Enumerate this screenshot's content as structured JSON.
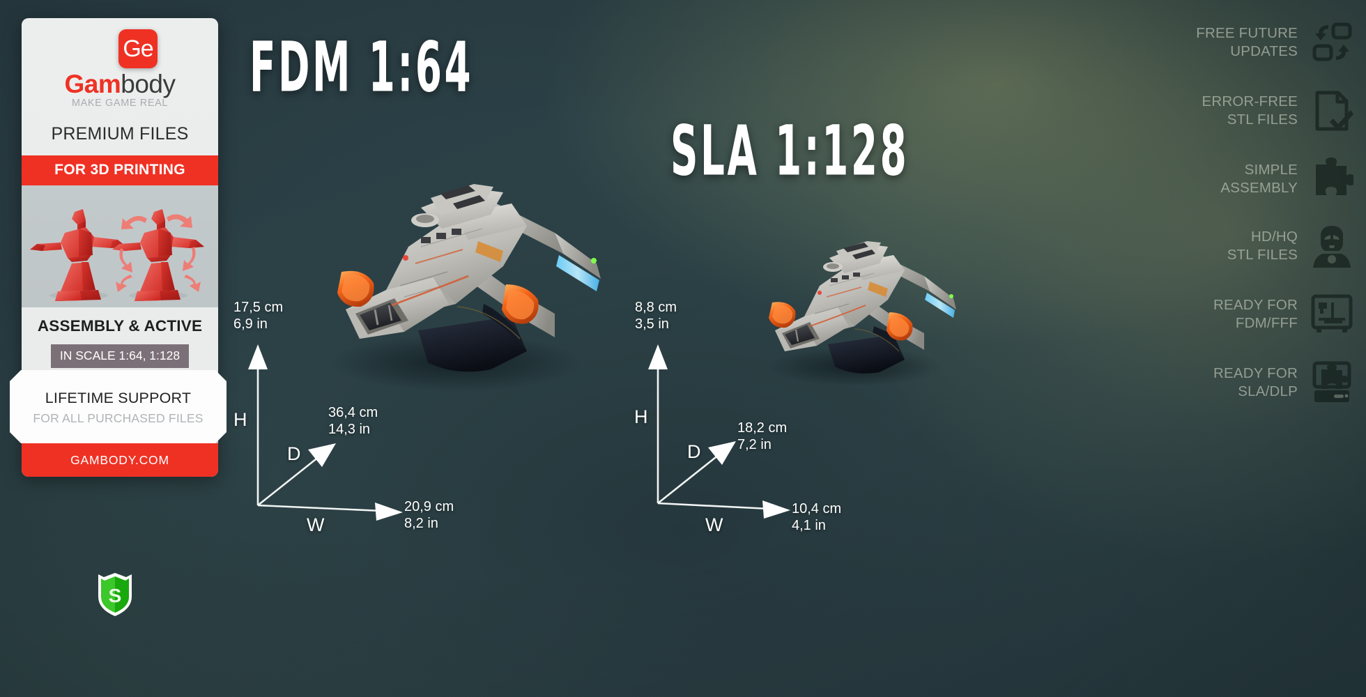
{
  "card": {
    "logo_text": "Ge",
    "brand_red": "Gam",
    "brand_dark": "body",
    "tagline": "MAKE GAME REAL",
    "premium": "PREMIUM FILES",
    "red_band": "FOR 3D PRINTING",
    "assembly": "ASSEMBLY & ACTIVE",
    "scale_badge": "IN SCALE 1:64, 1:128",
    "shield_letter": "S",
    "support_title": "LIFETIME SUPPORT",
    "support_sub": "FOR ALL PURCHASED FILES",
    "footer": "GAMBODY.COM",
    "accent_red": "#ef3124",
    "shield_green": "#2bbb1e"
  },
  "titles": {
    "left": "FDM 1:64",
    "right": "SLA 1:128"
  },
  "dimensions": {
    "left": {
      "height": {
        "cm": "17,5  cm",
        "in": "6,9  in",
        "axis": "H"
      },
      "depth": {
        "cm": "36,4  cm",
        "in": "14,3  in",
        "axis": "D"
      },
      "width": {
        "cm": "20,9  cm",
        "in": "8,2  in",
        "axis": "W"
      }
    },
    "right": {
      "height": {
        "cm": "8,8  cm",
        "in": "3,5  in",
        "axis": "H"
      },
      "depth": {
        "cm": "18,2  cm",
        "in": "7,2  in",
        "axis": "D"
      },
      "width": {
        "cm": "10,4  cm",
        "in": "4,1  in",
        "axis": "W"
      }
    }
  },
  "features": [
    {
      "label": "FREE FUTURE\nUPDATES",
      "icon": "sync-squares-icon"
    },
    {
      "label": "ERROR-FREE\nSTL FILES",
      "icon": "document-check-icon"
    },
    {
      "label": "SIMPLE\nASSEMBLY",
      "icon": "puzzle-piece-icon"
    },
    {
      "label": "HD/HQ\nSTL FILES",
      "icon": "ironman-bust-icon"
    },
    {
      "label": "READY FOR\nFDM/FFF",
      "icon": "fdm-printer-icon"
    },
    {
      "label": "READY FOR\nSLA/DLP",
      "icon": "sla-printer-icon"
    }
  ]
}
